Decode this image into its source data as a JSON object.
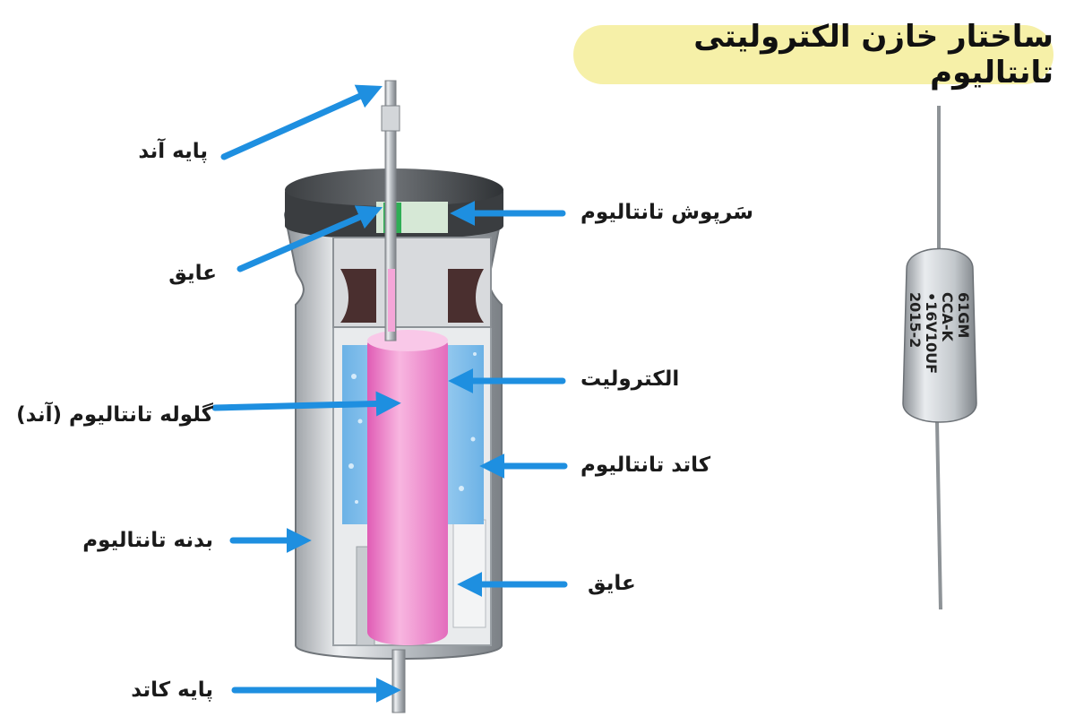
{
  "title": "ساختار خازن الکترولیتی تانتالیوم",
  "colors": {
    "arrow": "#1e8fe0",
    "title_bg": "#f6f0a8",
    "pellet": "#f08ccf",
    "electrolyte": "#8ec9ef",
    "body_metal": "#c9cdd1"
  },
  "labels": {
    "anode_lead": "پایه آند",
    "insulator_top": "عایق",
    "tantalum_pellet": "گلوله تانتالیوم (آند)",
    "tantalum_body": "بدنه تانتالیوم",
    "cathode_lead": "پایه کاتد",
    "tantalum_cap": "سَرپوش تانتالیوم",
    "electrolyte": "الکترولیت",
    "tantalum_cathode": "کاتد تانتالیوم",
    "insulator_bottom": "عایق"
  },
  "photo": {
    "marking_lines": [
      "61GM",
      "CCA-K",
      "•16V10UF",
      "2015-2"
    ]
  }
}
